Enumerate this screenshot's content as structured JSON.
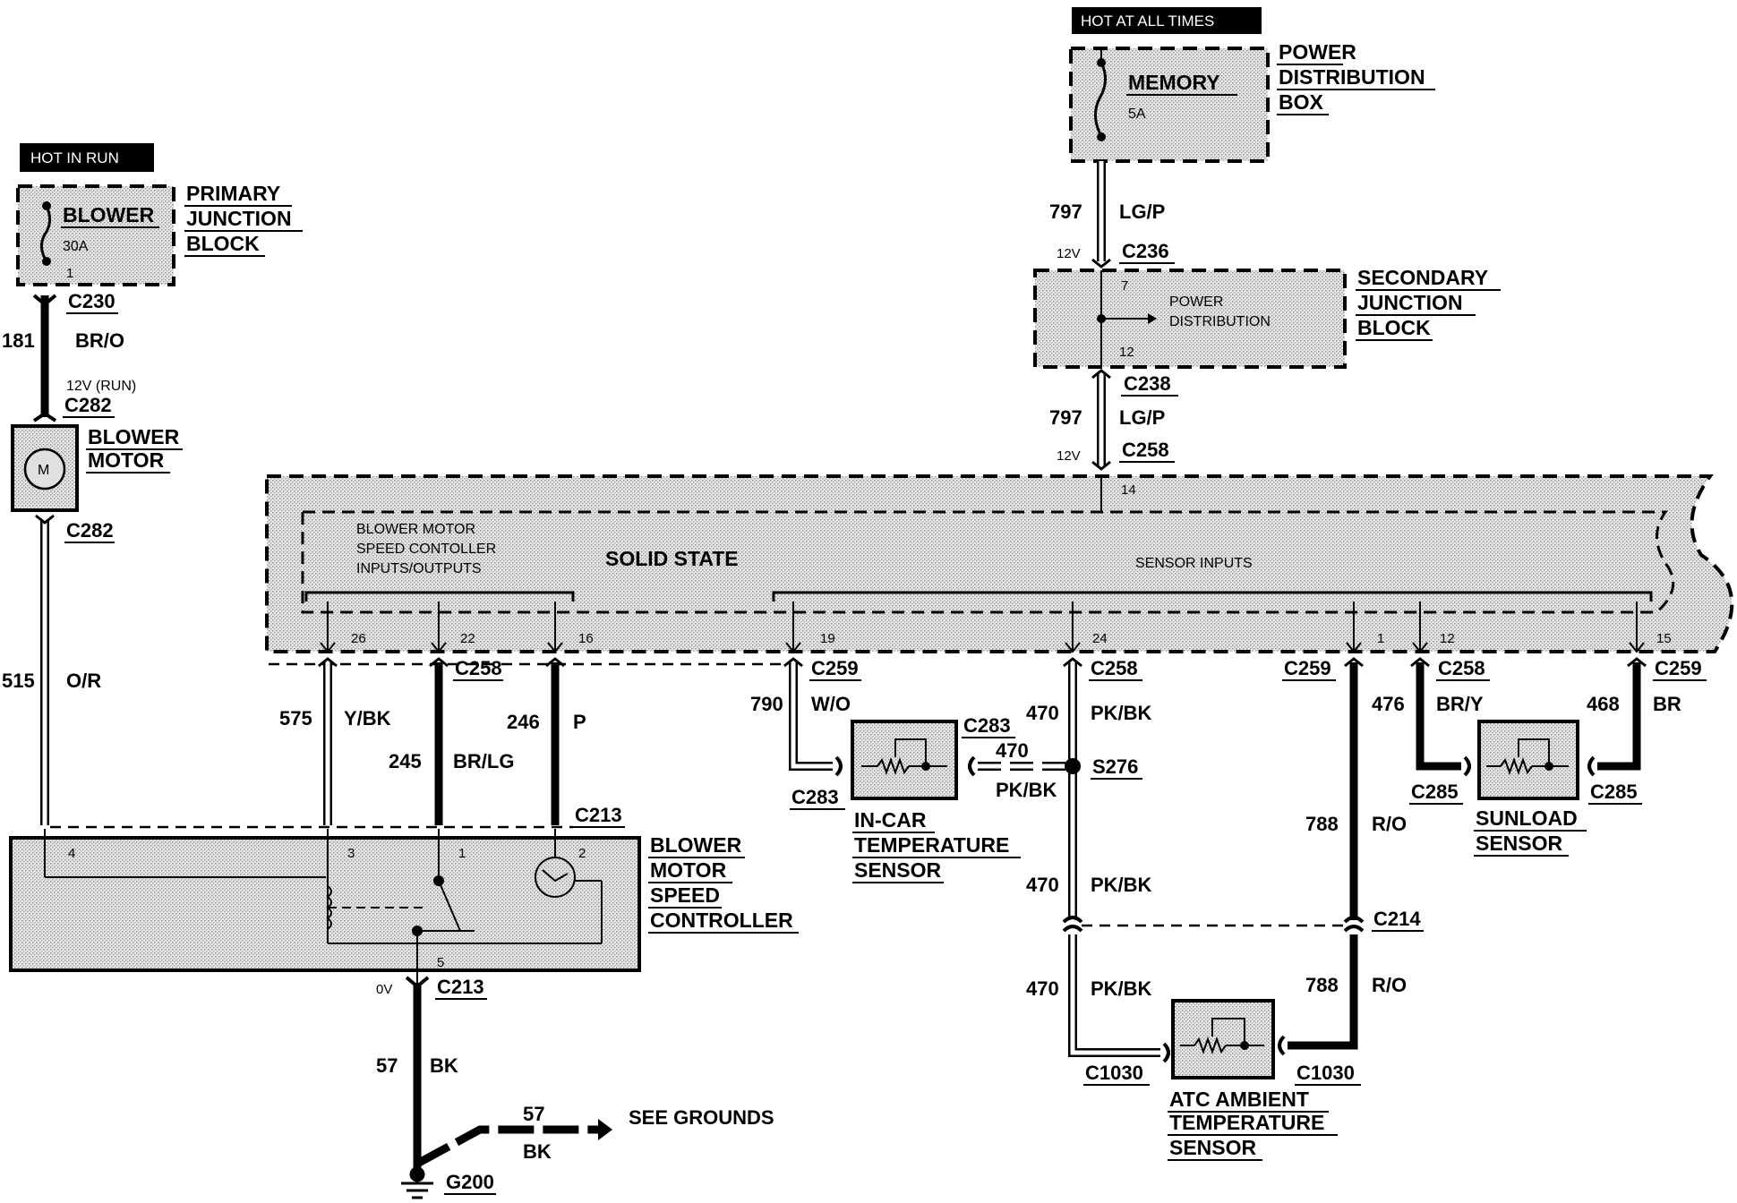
{
  "headers": {
    "hot_all_times": "HOT AT ALL TIMES",
    "hot_in_run": "HOT IN RUN"
  },
  "power_distribution_box": {
    "fuse_name": "MEMORY",
    "fuse_rating": "5A",
    "title_l1": "POWER",
    "title_l2": "DISTRIBUTION",
    "title_l3": "BOX"
  },
  "primary_junction_block": {
    "fuse_name": "BLOWER",
    "fuse_rating": "30A",
    "pin": "1",
    "title_l1": "PRIMARY",
    "title_l2": "JUNCTION",
    "title_l3": "BLOCK"
  },
  "secondary_junction_block": {
    "title_l1": "SECONDARY",
    "title_l2": "JUNCTION",
    "title_l3": "BLOCK",
    "pin_in": "7",
    "pin_out": "12",
    "note_l1": "POWER",
    "note_l2": "DISTRIBUTION"
  },
  "blower_motor": {
    "title_l1": "BLOWER",
    "title_l2": "MOTOR",
    "symbol": "M"
  },
  "solid_state": {
    "title": "SOLID STATE",
    "group1_l1": "BLOWER MOTOR",
    "group1_l2": "SPEED CONTOLLER",
    "group1_l3": "INPUTS/OUTPUTS",
    "group2": "SENSOR INPUTS",
    "pins": [
      "26",
      "22",
      "16",
      "19",
      "24",
      "1",
      "12",
      "15",
      "14"
    ]
  },
  "blower_motor_speed_controller": {
    "title_l1": "BLOWER",
    "title_l2": "MOTOR",
    "title_l3": "SPEED",
    "title_l4": "CONTROLLER",
    "pins": [
      "4",
      "3",
      "1",
      "2",
      "5"
    ]
  },
  "in_car_sensor": {
    "l1": "IN-CAR",
    "l2": "TEMPERATURE",
    "l3": "SENSOR"
  },
  "sunload_sensor": {
    "l1": "SUNLOAD",
    "l2": "SENSOR"
  },
  "atc_sensor": {
    "l1": "ATC AMBIENT",
    "l2": "TEMPERATURE",
    "l3": "SENSOR"
  },
  "wires": {
    "w797a": "797",
    "c797a": "LG/P",
    "w797b": "797",
    "c797b": "LG/P",
    "w181": "181",
    "c181": "BR/O",
    "w515": "515",
    "c515": "O/R",
    "w575": "575",
    "c575": "Y/BK",
    "w245": "245",
    "c245": "BR/LG",
    "w246": "246",
    "c246": "P",
    "w790": "790",
    "c790": "W/O",
    "w470a": "470",
    "c470a": "PK/BK",
    "w470s": "470",
    "c470s": "PK/BK",
    "w470b": "470",
    "c470b": "PK/BK",
    "w470c": "470",
    "c470c": "PK/BK",
    "w476": "476",
    "c476": "BR/Y",
    "w468": "468",
    "c468": "BR",
    "w788a": "788",
    "c788a": "R/O",
    "w788b": "788",
    "c788b": "R/O",
    "w57a": "57",
    "c57a": "BK",
    "w57b": "57",
    "c57b": "BK"
  },
  "voltages": {
    "v_c236": "12V",
    "v_c258": "12V",
    "v_run": "12V (RUN)",
    "v_ground": "0V"
  },
  "connectors": {
    "c230": "C230",
    "c282a": "C282",
    "c282b": "C282",
    "c236": "C236",
    "c238": "C238",
    "c258top": "C258",
    "c258a": "C258",
    "c259a": "C259",
    "c258b": "C258",
    "c259b": "C259",
    "c258c": "C258",
    "c259c": "C259",
    "c283a": "C283",
    "c283b": "C283",
    "s276": "S276",
    "c285a": "C285",
    "c285b": "C285",
    "c214": "C214",
    "c1030a": "C1030",
    "c1030b": "C1030",
    "c213a": "C213",
    "c213b": "C213",
    "g200": "G200"
  },
  "see_grounds": "SEE GROUNDS"
}
